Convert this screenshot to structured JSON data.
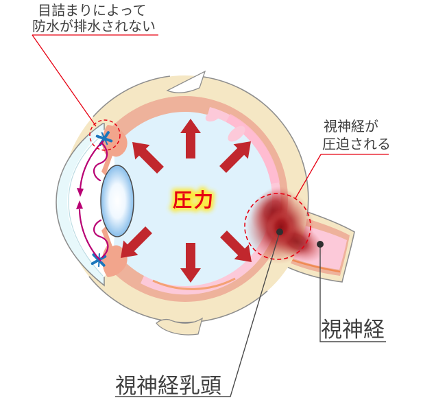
{
  "figure": {
    "type": "eye-glaucoma-diagram",
    "description": "Cross-section of an eye showing raised intraocular pressure compressing the optic nerve"
  },
  "annotations": {
    "clog": {
      "line1": "目詰まりによって",
      "line2": "防水が排水されない"
    },
    "pressure": {
      "text": "圧力"
    },
    "compressed": {
      "line1": "視神経が",
      "line2": "圧迫される"
    },
    "optic_nerve": {
      "text": "視神経"
    },
    "optic_disc": {
      "text": "視神経乳頭"
    }
  },
  "colors": {
    "accent_red": "#e60012",
    "arrow_red": "#c1272d",
    "sclera_beige": "#f5e7c4",
    "choroid_salmon": "#eeb29b",
    "retina_pink": "#fcc9d9",
    "retina_pink_bright": "#ffbacf",
    "vitreous_blue": "#dff2fc",
    "cornea_cyan": "#e7f8fb",
    "iris_salmon": "#f2a58c",
    "lens_blue": "#66abe5",
    "flow_magenta": "#b80073",
    "canal_blue": "#1b76bc",
    "damage_red": "#8e1016",
    "outline_gray": "#8e8e8e",
    "label_gray": "#3f3f3f",
    "pressure_glow": "#ffe92e"
  }
}
